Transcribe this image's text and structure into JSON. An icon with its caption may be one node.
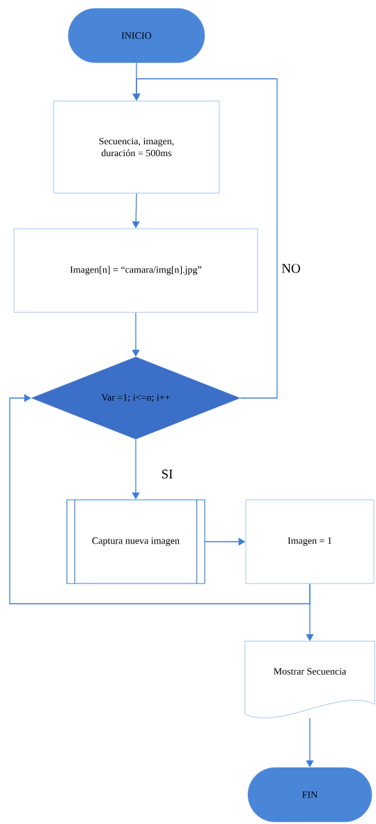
{
  "diagram": {
    "nodes": [
      {
        "text": [
          "INICIO"
        ]
      },
      {
        "text": [
          "Secuencia, imagen, duración = 500ms"
        ]
      },
      {
        "text": [
          "Imagen[n] = “camara/img[n].jpg”"
        ]
      },
      {
        "text": [
          "Var =1; i<=n; i++"
        ]
      },
      {
        "text": [
          "Captura nueva imagen"
        ]
      },
      {
        "text": [
          "Imagen = 1"
        ]
      },
      {
        "text": [
          "Mostrar Secuencia"
        ]
      },
      {
        "text": [
          "FIN"
        ]
      }
    ],
    "edges": [
      {
        "from": 0,
        "to": 1,
        "arrow": "to"
      },
      {
        "from": 1,
        "to": 2,
        "arrow": "to"
      },
      {
        "from": 2,
        "to": 3,
        "arrow": "to"
      },
      {
        "from": 3,
        "to": 1,
        "arrow": "to",
        "label": "NO"
      },
      {
        "from": 3,
        "to": 4,
        "arrow": "to",
        "label": "SI"
      },
      {
        "from": 4,
        "to": 5,
        "arrow": "to"
      },
      {
        "from": 5,
        "to": 6,
        "arrow": "to"
      },
      {
        "from": 5,
        "to": 3,
        "arrow": "to"
      },
      {
        "from": 6,
        "to": 7,
        "arrow": "to"
      }
    ]
  }
}
